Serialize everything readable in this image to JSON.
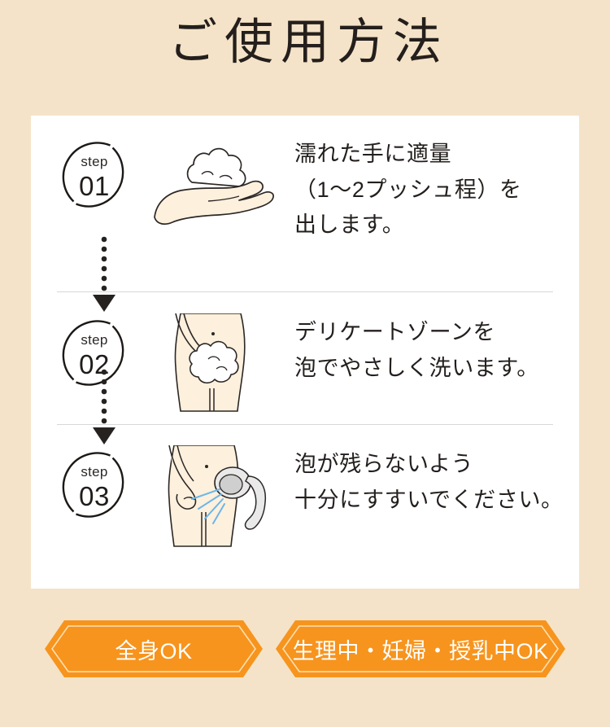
{
  "page": {
    "title": "ご使用方法",
    "background_color": "#f4e3c8",
    "card_color": "#ffffff",
    "text_color": "#231f1d",
    "accent_color": "#f7941d"
  },
  "steps": [
    {
      "badge_word": "step",
      "badge_number": "01",
      "illustration": "hand-with-foam-icon",
      "lines": [
        "濡れた手に適量",
        "（1〜2プッシュ程）を",
        "出します。"
      ]
    },
    {
      "badge_word": "step",
      "badge_number": "02",
      "illustration": "body-washing-foam-icon",
      "lines": [
        "デリケートゾーンを",
        "泡でやさしく洗います。"
      ]
    },
    {
      "badge_word": "step",
      "badge_number": "03",
      "illustration": "showerhead-rinse-icon",
      "lines": [
        "泡が残らないよう",
        "十分にすすいでください。"
      ]
    }
  ],
  "badges": [
    {
      "label": "全身OK"
    },
    {
      "label": "生理中・妊婦・授乳中OK"
    }
  ]
}
